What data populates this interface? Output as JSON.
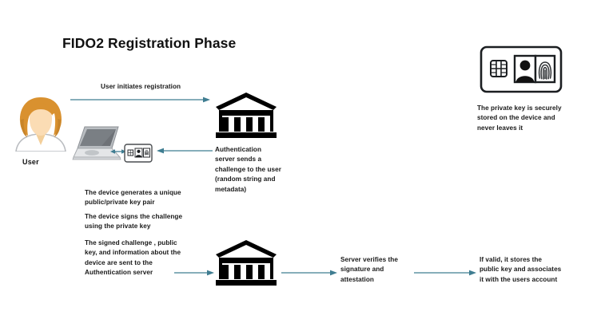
{
  "page": {
    "title": "FIDO2 Registration Phase",
    "background_color": "#ffffff"
  },
  "colors": {
    "arrow": "#3f7d91",
    "text": "#1a1a1a",
    "title": "#111111",
    "icon_stroke": "#000000",
    "avatar_hair": "#d9912f",
    "avatar_skin": "#fbdcb4",
    "laptop_body": "#d4d6d8"
  },
  "actors": {
    "user": {
      "label": "User",
      "icon": "user-avatar-icon"
    },
    "device": {
      "laptop_icon": "laptop-icon",
      "token_icon": "smartcard-token-icon"
    },
    "server_top": {
      "icon": "bank-building-icon"
    },
    "server_bottom": {
      "icon": "bank-building-icon"
    },
    "credential_card": {
      "icon": "smartcard-large-icon",
      "chip_icon": "chip-icon",
      "photo_icon": "person-photo-icon",
      "fingerprint_icon": "fingerprint-icon"
    }
  },
  "flow": {
    "step_user_initiates": {
      "label": "User initiates registration",
      "arrow": "arrow-right-icon"
    },
    "step_challenge": {
      "lines": [
        "Authentication",
        "server sends a",
        "challenge to the user",
        "(random string and",
        "metadata)"
      ],
      "arrow": "arrow-left-icon"
    },
    "step_keypair": {
      "lines": [
        "The device generates a unique",
        "public/private key pair"
      ]
    },
    "step_sign": {
      "lines": [
        "The device signs the challenge",
        "using the private key"
      ]
    },
    "step_send_signed": {
      "lines": [
        "The signed challenge , public",
        "key, and information about the",
        "device are sent to the",
        "Authentication server"
      ],
      "arrow": "arrow-right-icon"
    },
    "step_verify": {
      "lines": [
        "Server verifies the",
        "signature and",
        "attestation"
      ],
      "arrow": "arrow-right-icon"
    },
    "step_store": {
      "lines": [
        "If valid, it stores the",
        "public key and associates",
        "it with the users account"
      ]
    },
    "step_private_key_note": {
      "lines": [
        "The private key is securely",
        "stored on the device and",
        "never leaves it"
      ]
    },
    "device_link": {
      "arrow": "arrow-bidirectional-icon"
    }
  }
}
